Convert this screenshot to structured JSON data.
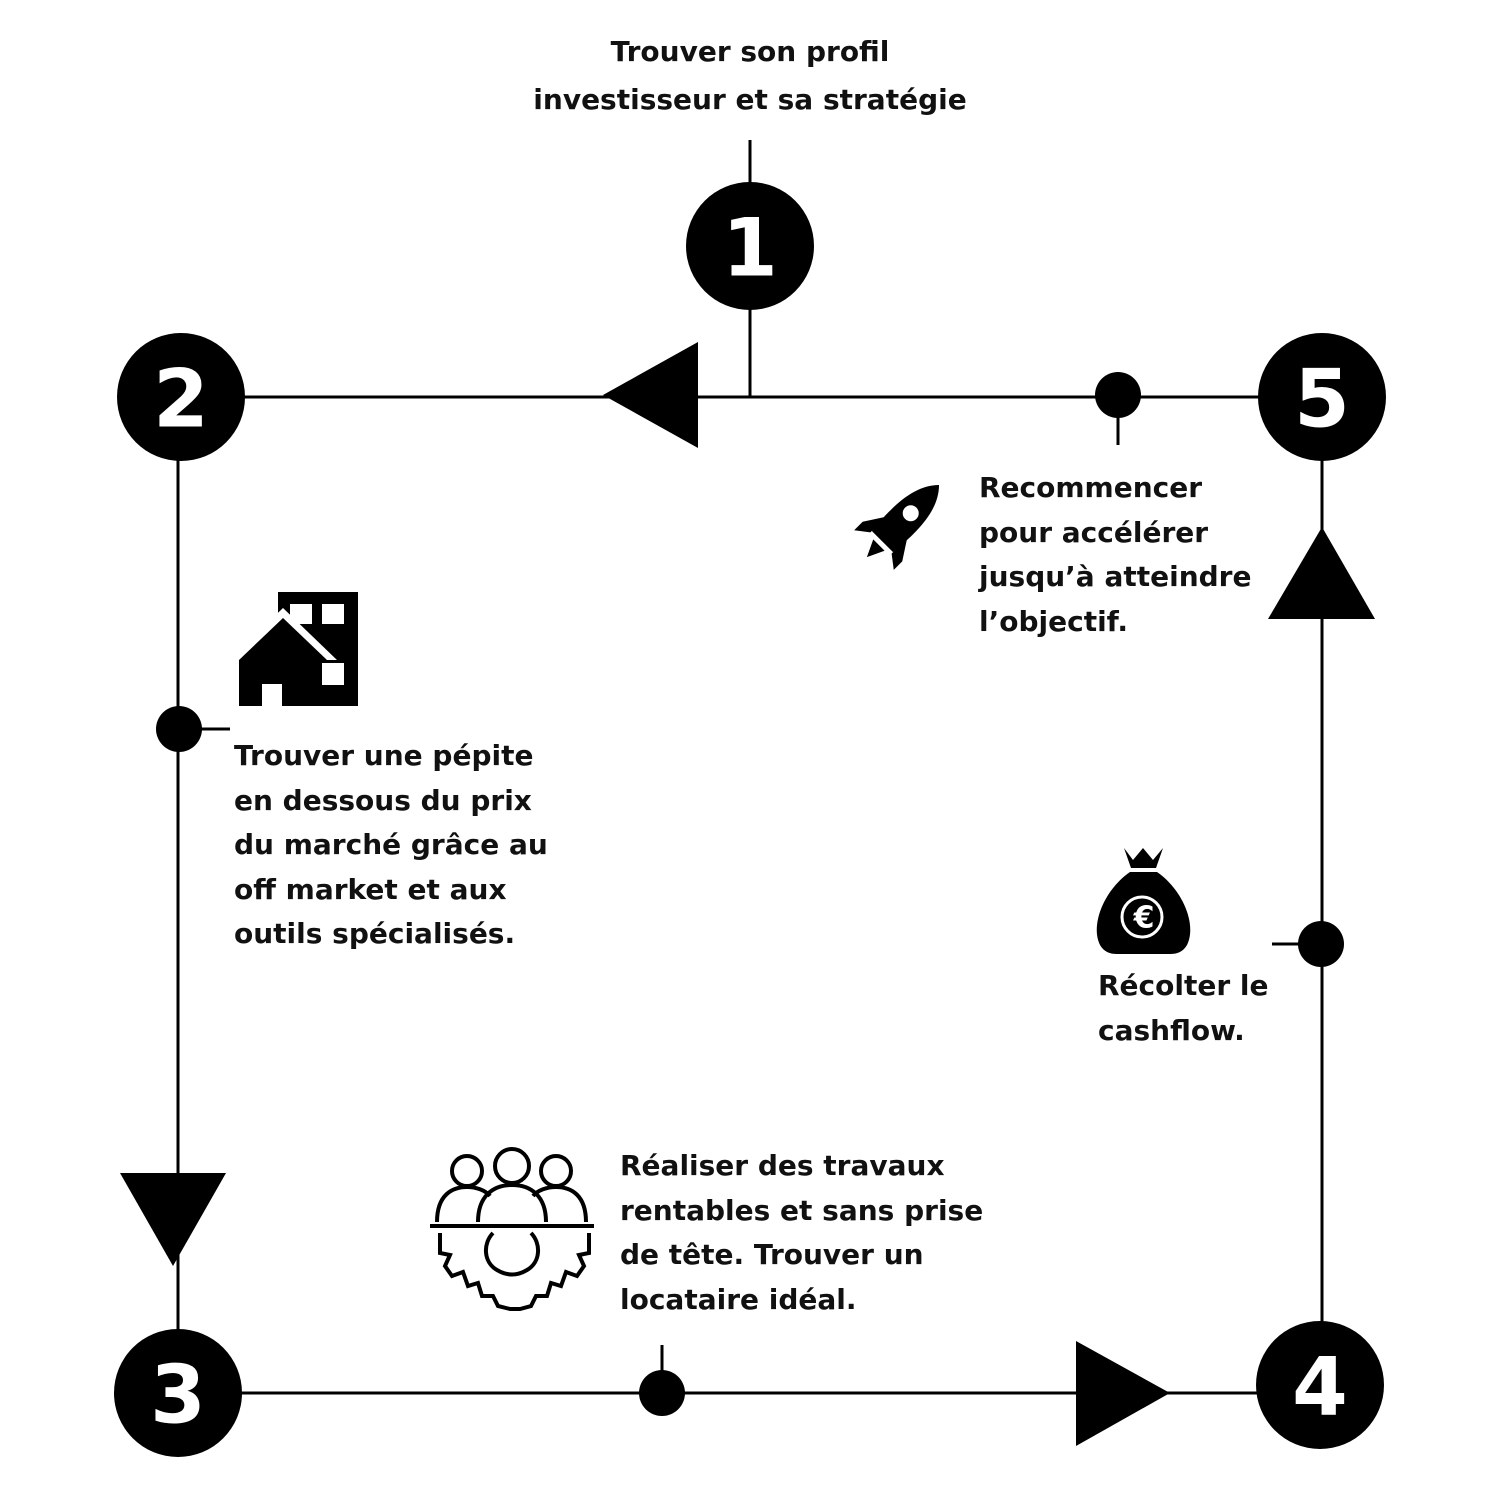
{
  "colors": {
    "ink": "#000000",
    "background": "#ffffff"
  },
  "steps": [
    {
      "number": "1",
      "text": "Trouver son profil\ninvestisseur et sa stratégie",
      "icon": ""
    },
    {
      "number": "2",
      "text": "Trouver une pépite\nen dessous du prix\ndu marché grâce au\noff market et aux\noutils spécialisés.",
      "icon": "buildings-icon"
    },
    {
      "number": "3",
      "text": "Réaliser des travaux\nrentables et sans prise\nde tête. Trouver un\nlocataire idéal.",
      "icon": "team-gear-icon"
    },
    {
      "number": "4",
      "text": "Récolter le\ncashflow.",
      "icon": "euro-money-bag-icon"
    },
    {
      "number": "5",
      "text": "Recommencer\npour accélérer\njusqu’à atteindre\nl’objectif.",
      "icon": "rocket-icon"
    }
  ],
  "flow": [
    "1",
    "2",
    "3",
    "4",
    "5",
    "2"
  ]
}
